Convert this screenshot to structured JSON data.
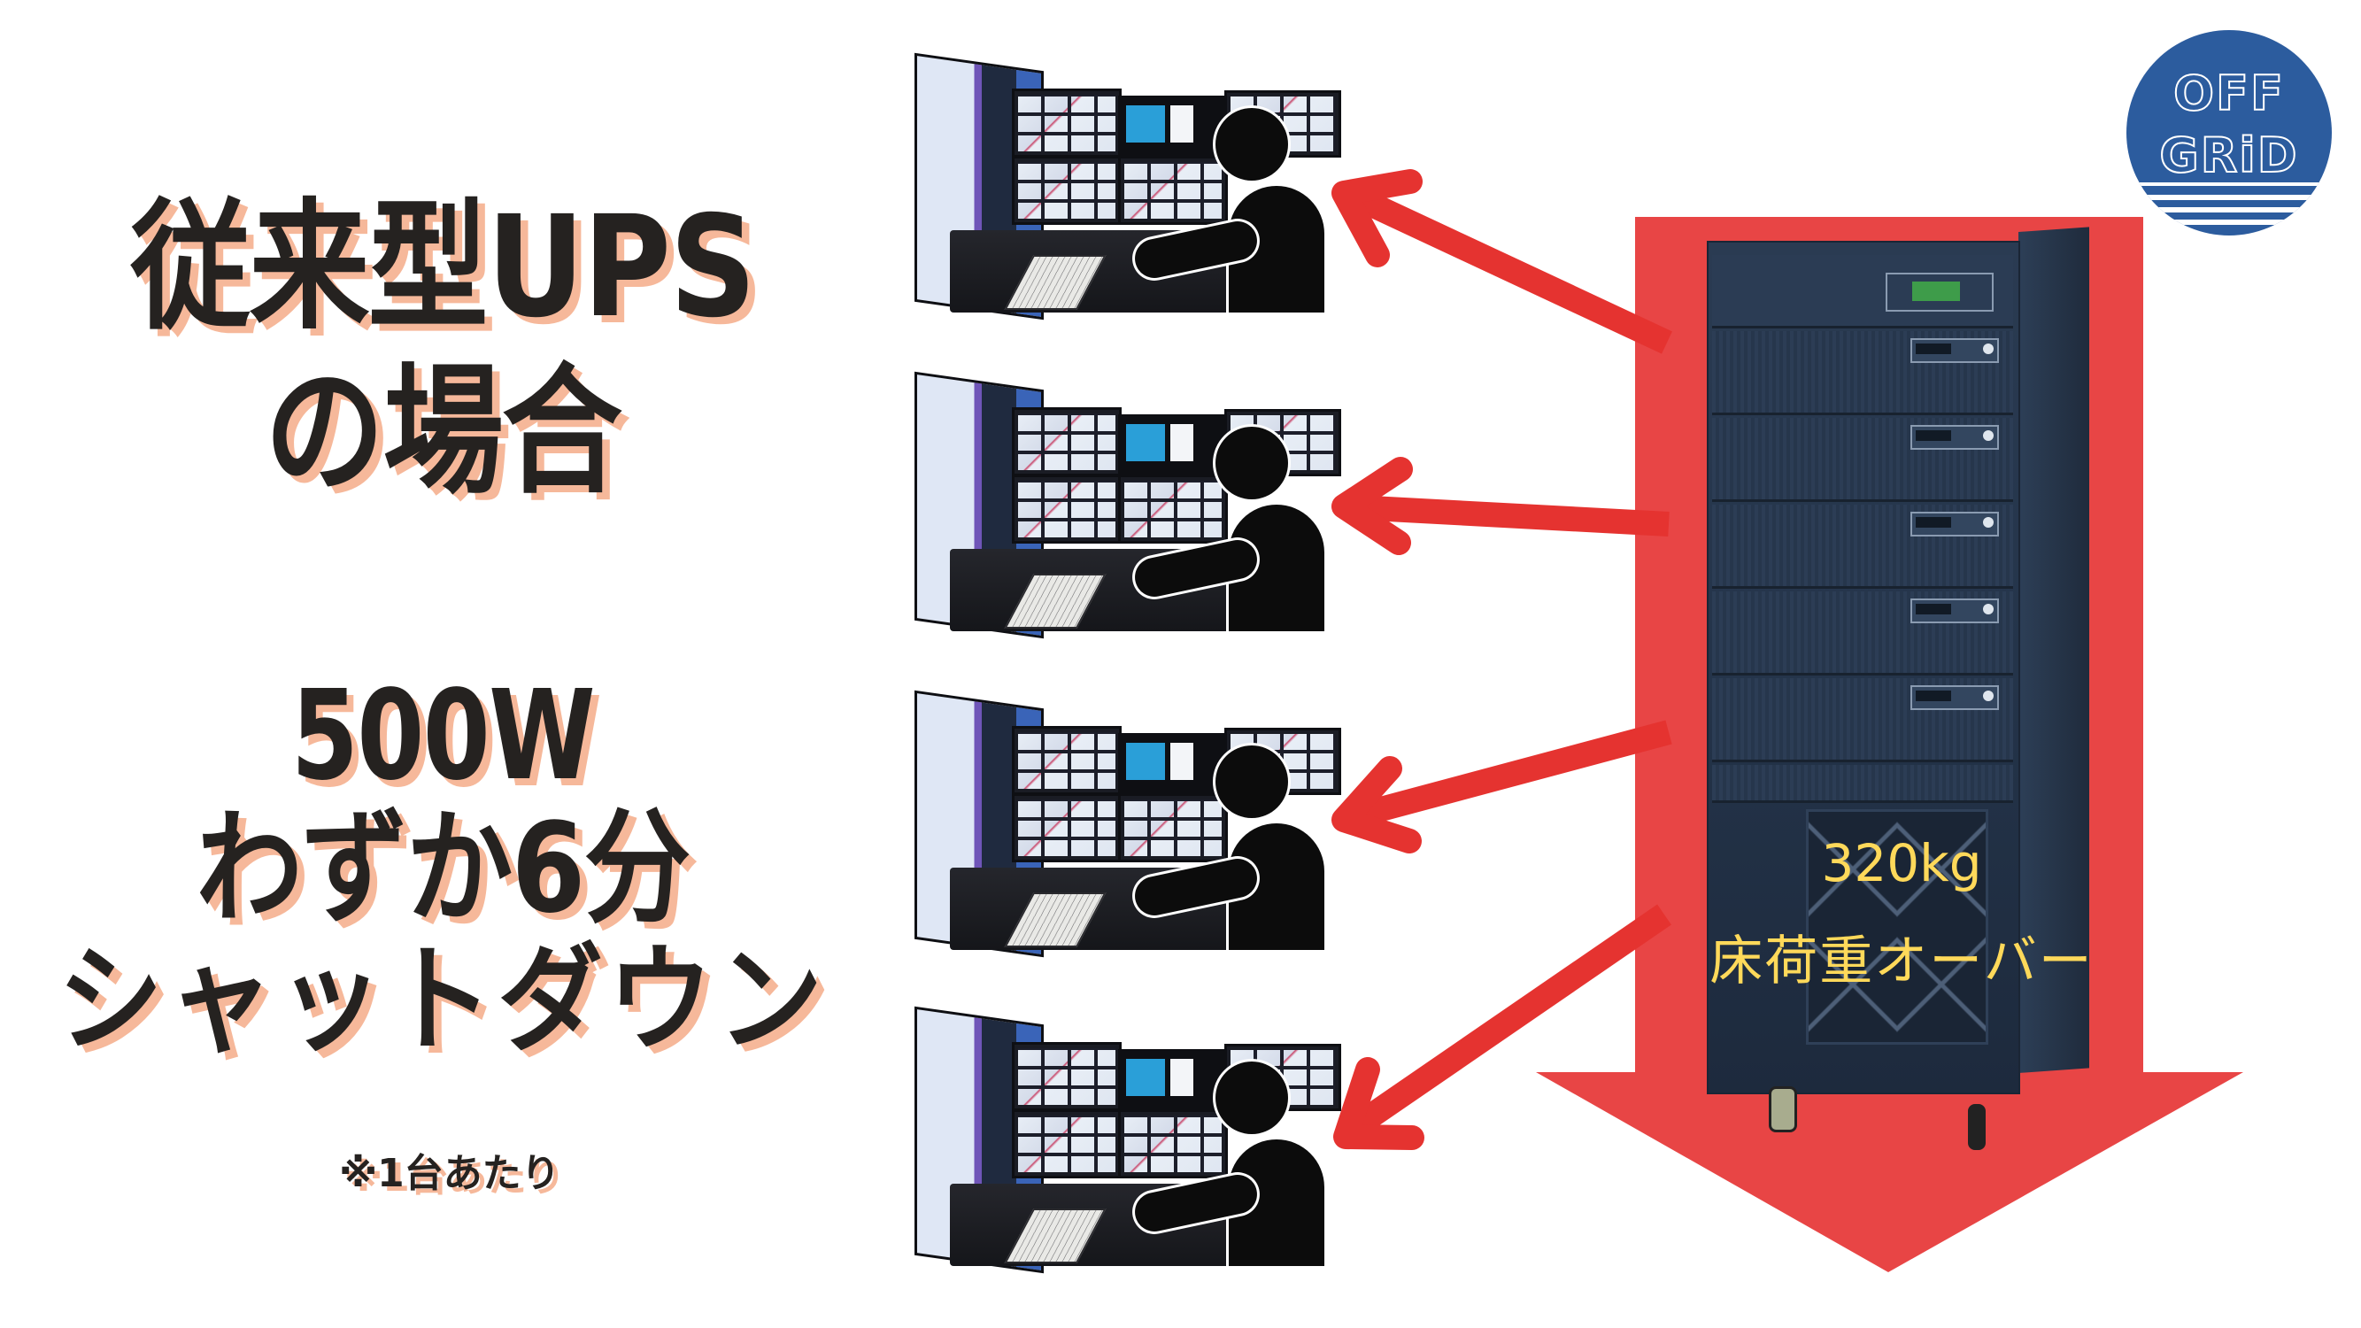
{
  "headline": {
    "line1": "従来型UPS",
    "line2": "の場合"
  },
  "spec": {
    "power": "500W",
    "runtime": "わずか6分",
    "result": "シャットダウン",
    "note": "※1台あたり"
  },
  "cabinet": {
    "weight": "320kg",
    "warning": "床荷重オーバー"
  },
  "logo": {
    "line1": "OFF",
    "line2": "GRiD"
  },
  "workstations": [
    {
      "label": "workstation-1"
    },
    {
      "label": "workstation-2"
    },
    {
      "label": "workstation-3"
    },
    {
      "label": "workstation-4"
    }
  ],
  "colors": {
    "text": "#252220",
    "text_shadow": "#f6b89a",
    "big_arrow": "#e84545",
    "connector_arrow": "#e53330",
    "overlay_text": "#ffd95a",
    "logo_blue": "#2c5c9e",
    "cabinet": "#24344a"
  }
}
